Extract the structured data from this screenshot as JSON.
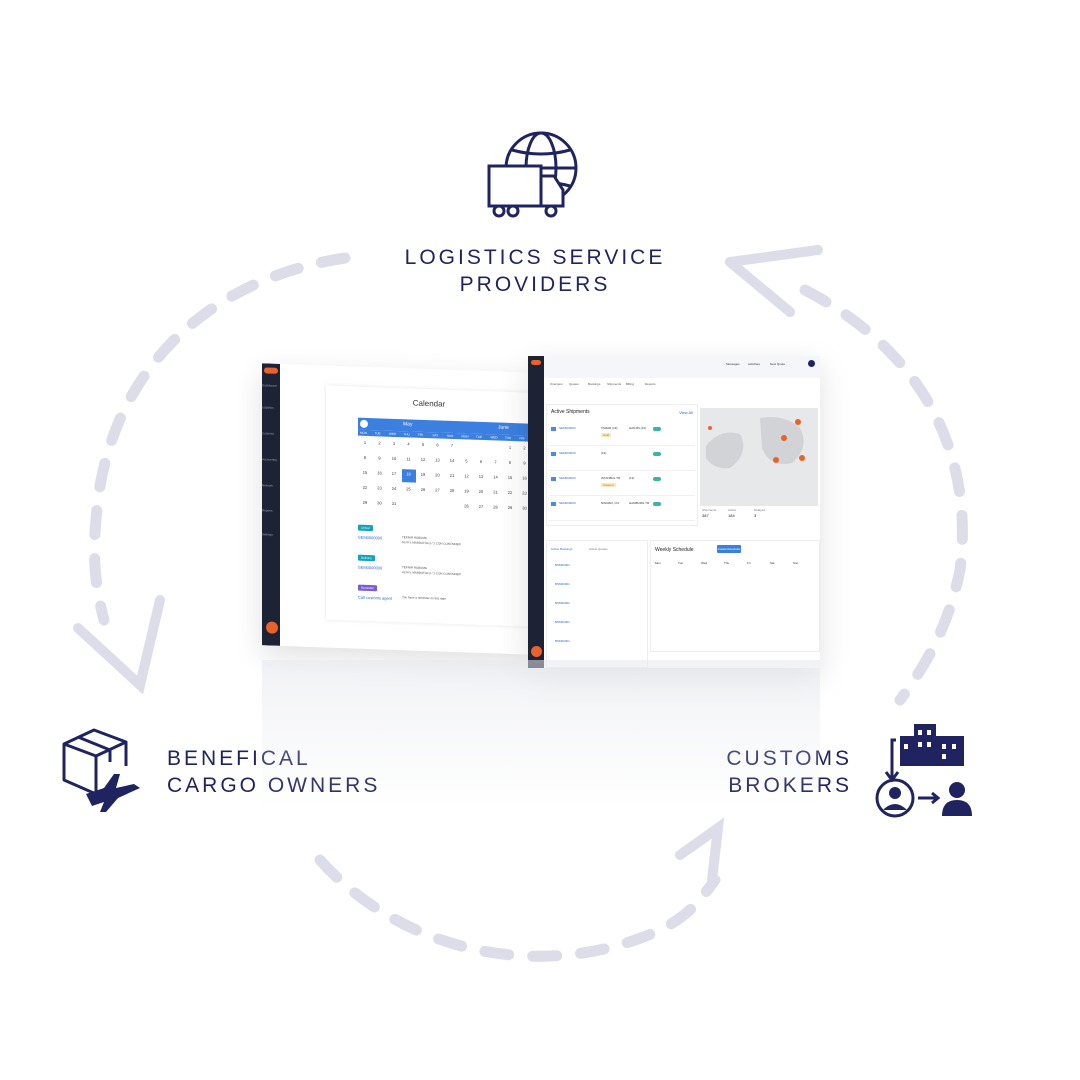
{
  "labels": {
    "logistics_line1": "LOGISTICS SERVICE",
    "logistics_line2": "PROVIDERS",
    "cargo_line1": "BENEFICAL",
    "cargo_line2": "CARGO OWNERS",
    "customs_line1": "CUSTOMS",
    "customs_line2": "BROKERS"
  },
  "icons": {
    "logistics": "globe-truck-icon",
    "cargo": "box-airplane-icon",
    "customs": "building-people-icon"
  },
  "colors": {
    "navy": "#1f2460",
    "cycle_dash": "#dcdde8",
    "sidebar": "#1e2235",
    "accent_blue": "#2e6ad1",
    "accent_orange": "#e8622c"
  },
  "calendar_screen": {
    "title": "Calendar",
    "month_left": "May",
    "month_right": "June",
    "weekdays": [
      "MON",
      "TUE",
      "WED",
      "THU",
      "FRI",
      "SAT",
      "SUN",
      "MON",
      "TUE",
      "WED",
      "THU",
      "FRI"
    ],
    "weeks": [
      [
        "1",
        "2",
        "3",
        "4",
        "5",
        "6",
        "7",
        "",
        "",
        "",
        "1",
        "2"
      ],
      [
        "8",
        "9",
        "10",
        "11",
        "12",
        "13",
        "14",
        "5",
        "6",
        "7",
        "8",
        "9"
      ],
      [
        "15",
        "16",
        "17",
        "18",
        "19",
        "20",
        "21",
        "12",
        "13",
        "14",
        "15",
        "16"
      ],
      [
        "22",
        "23",
        "24",
        "25",
        "26",
        "27",
        "28",
        "19",
        "20",
        "21",
        "22",
        "23"
      ],
      [
        "29",
        "30",
        "31",
        "",
        "",
        "",
        "",
        "26",
        "27",
        "28",
        "29",
        "30"
      ]
    ],
    "events": [
      {
        "tag": "Arrival",
        "id": "SEM0000000",
        "text": "TEKNIR RUBUMIL",
        "text2": "ALNYL MARDATOLU / 1 CON CONTAINER"
      },
      {
        "tag": "Delivery",
        "id": "SEM0000000",
        "text": "TEKNIR RUBUMIL",
        "text2": "ALNYL MARDATOLU / 1 CON CONTAINER"
      },
      {
        "tag": "Reminder",
        "id": "Call customs agent",
        "text": "You have a reminder on this date",
        "text2": ""
      }
    ],
    "sidebar": [
      "Dashboard",
      "Logistics",
      "Customs",
      "Accounting",
      "Network",
      "Reports",
      "Settings"
    ]
  },
  "dashboard_screen": {
    "tabs": [
      "Overview",
      "Quotes",
      "Bookings",
      "Shipments",
      "Billing",
      "Reports"
    ],
    "top_links": [
      "Messages",
      "Activities",
      "New Quote"
    ],
    "active_shipments_title": "Active Shipments",
    "view_all": "View All",
    "shipments": [
      {
        "id": "SEM000000",
        "route": "TAMAR (19)",
        "to": "HANJIN (16)",
        "tag": "Hold"
      },
      {
        "id": "SEM000000",
        "route": "(19)",
        "to": "",
        "tag": ""
      },
      {
        "id": "SEM000000",
        "route": "ISTANBUL TR",
        "to": "(13)",
        "tag": "Cleared"
      },
      {
        "id": "SEM000000",
        "route": "NINGBO, CN",
        "to": "HAMBURG TR",
        "tag": ""
      }
    ],
    "map_stats": [
      {
        "label": "Shipments",
        "value": "387"
      },
      {
        "label": "Active",
        "value": "184"
      },
      {
        "label": "Delayed",
        "value": "3"
      }
    ],
    "bookings_tabs": [
      "Active Bookings",
      "Active Quotes"
    ],
    "bookings": [
      "BSM00001",
      "BSM00001",
      "BSM00001",
      "BSM00001",
      "BSM00001"
    ],
    "weekly_title": "Weekly Schedule",
    "weekly_button": "Create Reminder",
    "weekly_days": [
      "Mon",
      "Tue",
      "Wed",
      "Thu",
      "Fri",
      "Sat",
      "Sun"
    ]
  }
}
